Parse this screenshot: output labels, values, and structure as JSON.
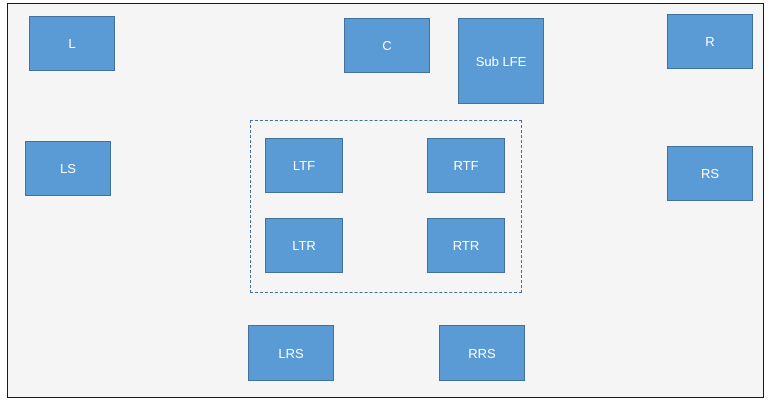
{
  "diagram": {
    "colors": {
      "box_fill": "#5b9bd5",
      "box_border": "#41719c",
      "label": "#ffffff"
    },
    "speakers": {
      "l": "L",
      "c": "C",
      "sub_lfe": "Sub LFE",
      "r": "R",
      "ls": "LS",
      "rs": "RS",
      "ltf": "LTF",
      "rtf": "RTF",
      "ltr": "LTR",
      "rtr": "RTR",
      "lrs": "LRS",
      "rrs": "RRS"
    }
  }
}
